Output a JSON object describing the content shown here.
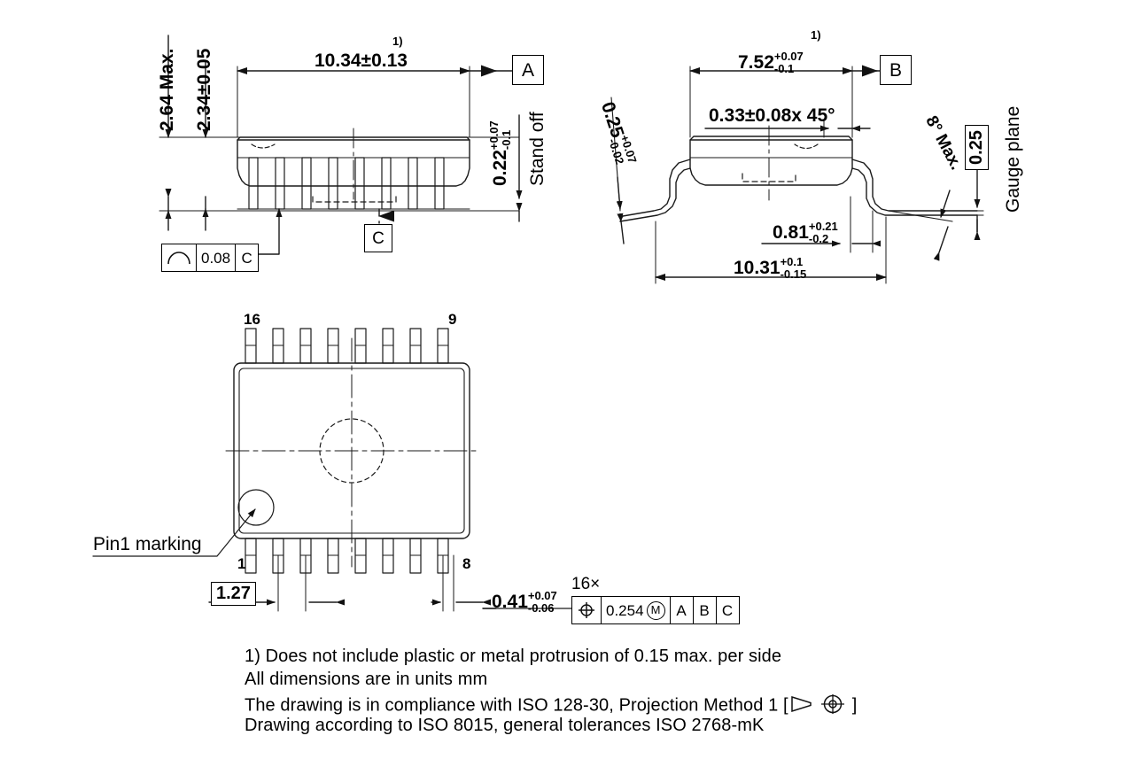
{
  "document": {
    "type": "mechanical-package-outline-drawing",
    "units": "mm"
  },
  "views": {
    "side_view_front": {
      "name": "front-side-view",
      "dimensions": {
        "overall_height": {
          "value": "2.64",
          "suffix": "Max.",
          "text": "2.64 Max."
        },
        "body_height": {
          "value": "2.34",
          "tolerance": "±0.05",
          "text": "2.34±0.05"
        },
        "body_length": {
          "value": "10.34",
          "tolerance": "±0.13",
          "footnote": "1)",
          "text": "10.34±0.13"
        },
        "stand_off": {
          "value": "0.22",
          "tol_upper": "+0.07",
          "tol_lower": "-0.1",
          "label": "Stand off"
        }
      },
      "datums": {
        "a": "A",
        "c": "C"
      },
      "feature_control": {
        "symbol": "profile-arc",
        "tolerance": "0.08",
        "datum": "C"
      }
    },
    "side_view_end": {
      "name": "end-side-view",
      "dimensions": {
        "body_width": {
          "value": "7.52",
          "tol_upper": "+0.07",
          "tol_lower": "-0.1",
          "footnote": "1)"
        },
        "chamfer": {
          "value": "0.33",
          "tolerance": "±0.08",
          "angle": "x 45°",
          "text": "0.33±0.08x 45°"
        },
        "lead_thickness": {
          "value": "0.25",
          "tol_upper": "+0.07",
          "tol_lower": "-0.02"
        },
        "foot_length": {
          "value": "0.81",
          "tol_upper": "+0.21",
          "tol_lower": "-0.2"
        },
        "overall_width": {
          "value": "10.31",
          "tol_upper": "+0.1",
          "tol_lower": "-0.15"
        },
        "lead_angle": {
          "text": "8° Max."
        },
        "gauge_plane_height": {
          "value": "0.25",
          "label": "Gauge plane"
        }
      },
      "datums": {
        "b": "B"
      }
    },
    "top_view": {
      "name": "top-view",
      "pin_numbers": {
        "top_left": "16",
        "top_right": "9",
        "bottom_left": "1",
        "bottom_right": "8"
      },
      "pin_count": 16,
      "pin1_marking_label": "Pin1 marking",
      "dimensions": {
        "lead_pitch": {
          "value": "1.27",
          "basic": true
        },
        "lead_width": {
          "value": "0.41",
          "tol_upper": "+0.07",
          "tol_lower": "-0.06"
        },
        "instances": "16×"
      },
      "feature_control": {
        "symbol": "position",
        "tolerance": "0.254",
        "modifier": "M",
        "datums": [
          "A",
          "B",
          "C"
        ]
      }
    }
  },
  "notes": [
    "1) Does not include plastic or metal protrusion of 0.15 max. per side",
    "All dimensions are in units mm",
    "The drawing is in compliance with ISO 128-30, Projection Method 1 [",
    "Drawing according to ISO 8015, general tolerances ISO 2768-mK"
  ],
  "notes_parts": {
    "note1": "1) Does not include plastic or metal protrusion of 0.15 max. per side",
    "note2": "All dimensions are in units mm",
    "note3_pre": "The drawing is in compliance with ISO 128-30, Projection Method 1 [",
    "note3_post": "]",
    "note4": "Drawing according to ISO 8015, general tolerances ISO 2768-mK"
  },
  "colors": {
    "line": "#1a1a1a",
    "background": "#ffffff",
    "text": "#000000"
  }
}
